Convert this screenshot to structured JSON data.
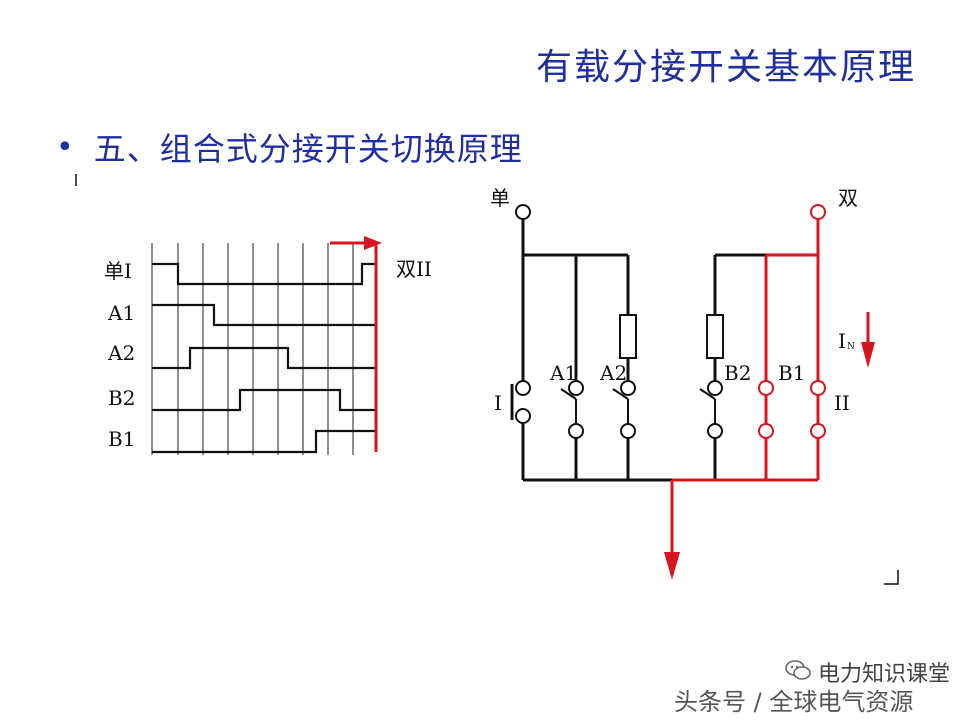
{
  "title": "有载分接开关基本原理",
  "bullet": {
    "symbol": "•",
    "text": "五、组合式分接开关切换原理"
  },
  "timing": {
    "rows": [
      "单I",
      "A1",
      "A2",
      "B2",
      "B1"
    ],
    "end_label": "双II"
  },
  "circuit": {
    "single_label": "单",
    "double_label": "双",
    "contact_labels": {
      "I": "I",
      "A1": "A1",
      "A2": "A2",
      "B2": "B2",
      "B1": "B1",
      "II": "II"
    },
    "current_label": "I",
    "current_sub": "N"
  },
  "colors": {
    "title": "#1f2fa0",
    "line": "#111111",
    "active": "#d8141e"
  },
  "watermark": {
    "channel": "电力知识课堂",
    "source": "头条号 / 全球电气资源"
  }
}
